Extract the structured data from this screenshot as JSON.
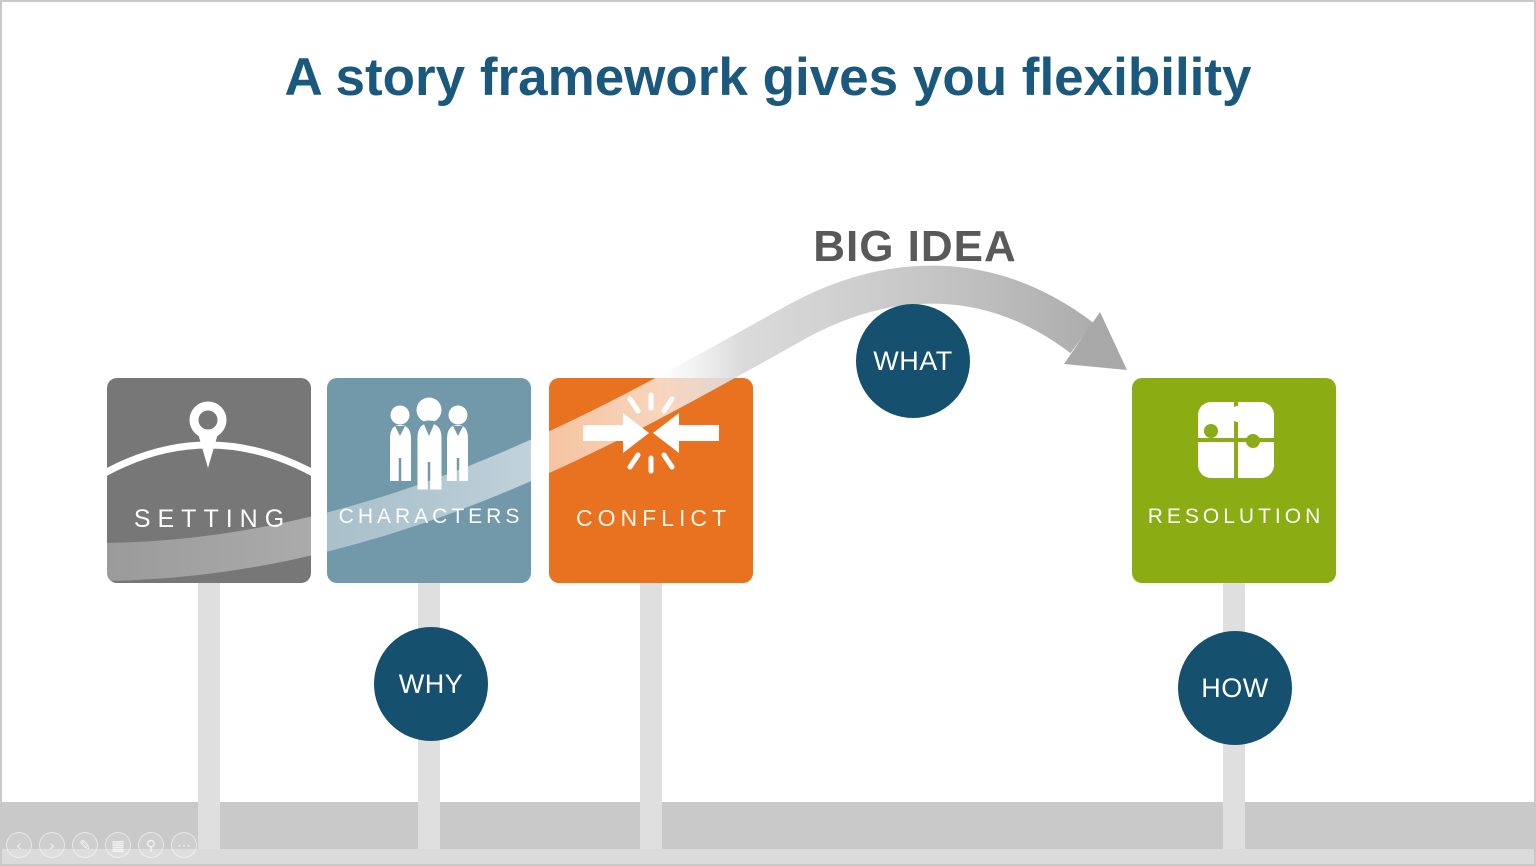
{
  "slide": {
    "title": {
      "text": "A story framework gives you flexibility",
      "color": "#1b587e"
    },
    "big_idea": {
      "text": "BIG IDEA",
      "color": "#595959"
    },
    "framework_boxes": [
      {
        "label": "SETTING",
        "color": "#777777",
        "icon": "map-pin-horizon-icon"
      },
      {
        "label": "CHARACTERS",
        "color": "#7299aa",
        "icon": "people-group-icon"
      },
      {
        "label": "CONFLICT",
        "color": "#e8721f",
        "icon": "colliding-arrows-icon"
      },
      {
        "label": "RESOLUTION",
        "color": "#8bac12",
        "icon": "puzzle-pieces-icon"
      }
    ],
    "question_circles": [
      {
        "label": "WHAT",
        "color": "#15506e"
      },
      {
        "label": "WHY",
        "color": "#15506e"
      },
      {
        "label": "HOW",
        "color": "#15506e"
      }
    ],
    "arrow_color": "#a8a8a8",
    "timeline": {
      "post_color": "#dfdfdf",
      "band_color": "#c9c9c9",
      "strip_color": "#dbdbdb"
    }
  },
  "toolbar": {
    "items": [
      {
        "name": "previous-slide",
        "glyph": "‹"
      },
      {
        "name": "next-slide",
        "glyph": "›"
      },
      {
        "name": "pen-tools",
        "glyph": "✎"
      },
      {
        "name": "see-all-slides",
        "glyph": "▦"
      },
      {
        "name": "zoom-slide",
        "glyph": "⚲"
      },
      {
        "name": "more-options",
        "glyph": "⋯"
      }
    ]
  }
}
